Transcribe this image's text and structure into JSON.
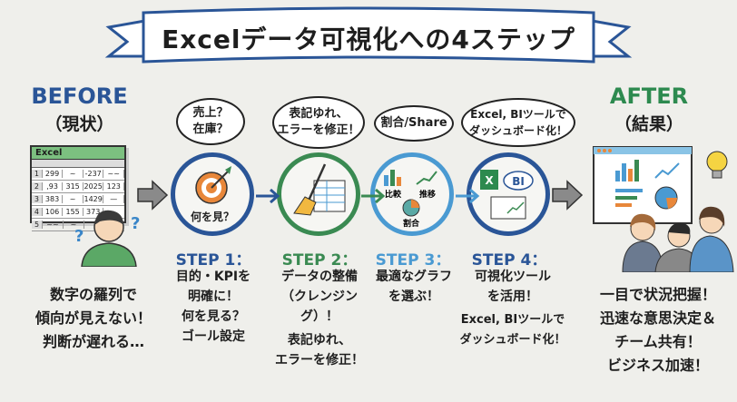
{
  "title": "Excelデータ可視化への4ステップ",
  "before": {
    "heading": "BEFORE",
    "subheading": "（現状）",
    "sheet_title": "Excel",
    "sheet_rows": [
      [
        "1",
        "299",
        "~",
        "-237",
        "~~"
      ],
      [
        "2",
        ",93",
        "315",
        "2025",
        "123"
      ],
      [
        "3",
        "383",
        "~",
        "1429",
        "—"
      ],
      [
        "4",
        "106",
        "155",
        "373",
        ""
      ],
      [
        "5",
        "~~",
        "~",
        ""
      ]
    ],
    "lines": [
      "数字の羅列で",
      "傾向が見えない！",
      "判断が遅れる…"
    ]
  },
  "steps": [
    {
      "label": "STEP 1：",
      "color": "#2a5597",
      "bubble": [
        "売上？",
        "在庫？"
      ],
      "icon_caption": "何を見？",
      "desc": [
        "目的・KPIを",
        "明確に！",
        "何を見る？",
        "ゴール設定"
      ],
      "icon": "target-icon"
    },
    {
      "label": "STEP 2：",
      "color": "#3a8a52",
      "bubble": [
        "表記ゆれ、",
        "エラーを修正！"
      ],
      "desc": [
        "データの整備",
        "（クレンジング）！",
        "表記ゆれ、",
        "エラーを修正！"
      ],
      "icon": "broom-icon"
    },
    {
      "label": "STEP 3：",
      "color": "#4a9ad2",
      "bubble": [
        "割合/Share"
      ],
      "icon_captions": [
        "比較",
        "推移",
        "割合"
      ],
      "desc": [
        "最適なグラフ",
        "を選ぶ！"
      ],
      "icon": "charts-icon"
    },
    {
      "label": "STEP 4：",
      "color": "#2a5597",
      "bubble": [
        "Excel, BIツールで",
        "ダッシュボード化！"
      ],
      "icon_captions": [
        "X",
        "BI"
      ],
      "desc": [
        "可視化ツール",
        "を活用！",
        "Excel, BIツールで",
        "ダッシュボード化！"
      ],
      "icon": "excel-bi-icon"
    }
  ],
  "after": {
    "heading": "AFTER",
    "subheading": "（結果）",
    "lines": [
      "一目で状況把握！",
      "迅速な意思決定＆",
      "チーム共有！",
      "ビジネス加速！"
    ]
  },
  "colors": {
    "before": "#2a5597",
    "after": "#2d8a4f",
    "arrow": "#8a8a8a",
    "background": "#efefeb"
  }
}
